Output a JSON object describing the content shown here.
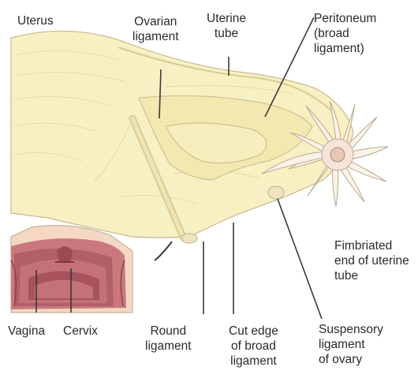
{
  "labels": {
    "uterus": "Uterus",
    "ovarian_ligament": [
      "Ovarian",
      "ligament"
    ],
    "uterine_tube": [
      "Uterine",
      "tube"
    ],
    "peritoneum": [
      "Peritoneum",
      "(broad",
      "ligament)"
    ],
    "fimbriated_end": [
      "Fimbriated",
      "end of uterine",
      "tube"
    ],
    "vagina": "Vagina",
    "cervix": "Cervix",
    "round_ligament": [
      "Round",
      "ligament"
    ],
    "cut_edge": [
      "Cut edge",
      "of broad",
      "ligament"
    ],
    "suspensory_ligament": [
      "Suspensory",
      "ligament",
      "of ovary"
    ]
  },
  "colors": {
    "uterus_fill": "#f7f0c2",
    "broad_ligament_fill": "#f3e8b0",
    "ovary_fill": "#f6eebd",
    "cervix_tissue": "#c9797e",
    "cervix_dark": "#9e4a54",
    "fimbriae_fill": "#fbf3ea",
    "outline": "#b9a98a",
    "leader_line": "#3a3a3a"
  }
}
